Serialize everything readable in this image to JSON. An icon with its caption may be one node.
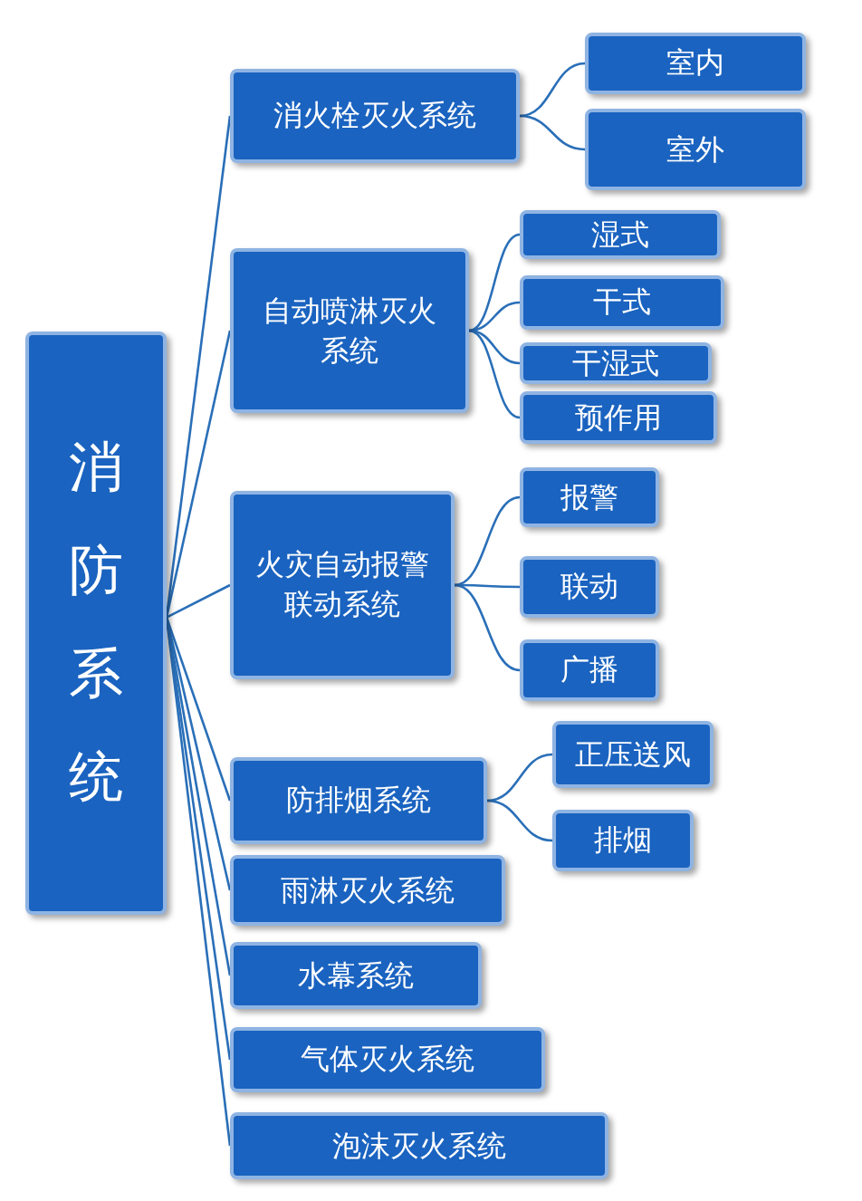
{
  "diagram": {
    "nodes": [
      {
        "text": [
          "消防系统"
        ]
      },
      {
        "text": [
          "消火栓灭火系统"
        ]
      },
      {
        "text": [
          "室内"
        ]
      },
      {
        "text": [
          "室外"
        ]
      },
      {
        "text": [
          "自动喷淋灭火系统"
        ]
      },
      {
        "text": [
          "湿式"
        ]
      },
      {
        "text": [
          "干式"
        ]
      },
      {
        "text": [
          "干湿式"
        ]
      },
      {
        "text": [
          "预作用"
        ]
      },
      {
        "text": [
          "火灾自动报警联动系统"
        ]
      },
      {
        "text": [
          "报警"
        ]
      },
      {
        "text": [
          "联动"
        ]
      },
      {
        "text": [
          "广播"
        ]
      },
      {
        "text": [
          "防排烟系统"
        ]
      },
      {
        "text": [
          "正压送风"
        ]
      },
      {
        "text": [
          "排烟"
        ]
      },
      {
        "text": [
          "雨淋灭火系统"
        ]
      },
      {
        "text": [
          "水幕系统"
        ]
      },
      {
        "text": [
          "气体灭火系统"
        ]
      },
      {
        "text": [
          "泡沫灭火系统"
        ]
      }
    ],
    "edges": [
      {
        "from": 0,
        "to": 1,
        "arrow": "none"
      },
      {
        "from": 0,
        "to": 4,
        "arrow": "none"
      },
      {
        "from": 0,
        "to": 9,
        "arrow": "none"
      },
      {
        "from": 0,
        "to": 13,
        "arrow": "none"
      },
      {
        "from": 0,
        "to": 16,
        "arrow": "none"
      },
      {
        "from": 0,
        "to": 17,
        "arrow": "none"
      },
      {
        "from": 0,
        "to": 18,
        "arrow": "none"
      },
      {
        "from": 0,
        "to": 19,
        "arrow": "none"
      },
      {
        "from": 1,
        "to": 2,
        "arrow": "none"
      },
      {
        "from": 1,
        "to": 3,
        "arrow": "none"
      },
      {
        "from": 4,
        "to": 5,
        "arrow": "none"
      },
      {
        "from": 4,
        "to": 6,
        "arrow": "none"
      },
      {
        "from": 4,
        "to": 7,
        "arrow": "none"
      },
      {
        "from": 4,
        "to": 8,
        "arrow": "none"
      },
      {
        "from": 9,
        "to": 10,
        "arrow": "none"
      },
      {
        "from": 9,
        "to": 11,
        "arrow": "none"
      },
      {
        "from": 9,
        "to": 12,
        "arrow": "none"
      },
      {
        "from": 13,
        "to": 14,
        "arrow": "none"
      },
      {
        "from": 13,
        "to": 15,
        "arrow": "none"
      }
    ]
  }
}
